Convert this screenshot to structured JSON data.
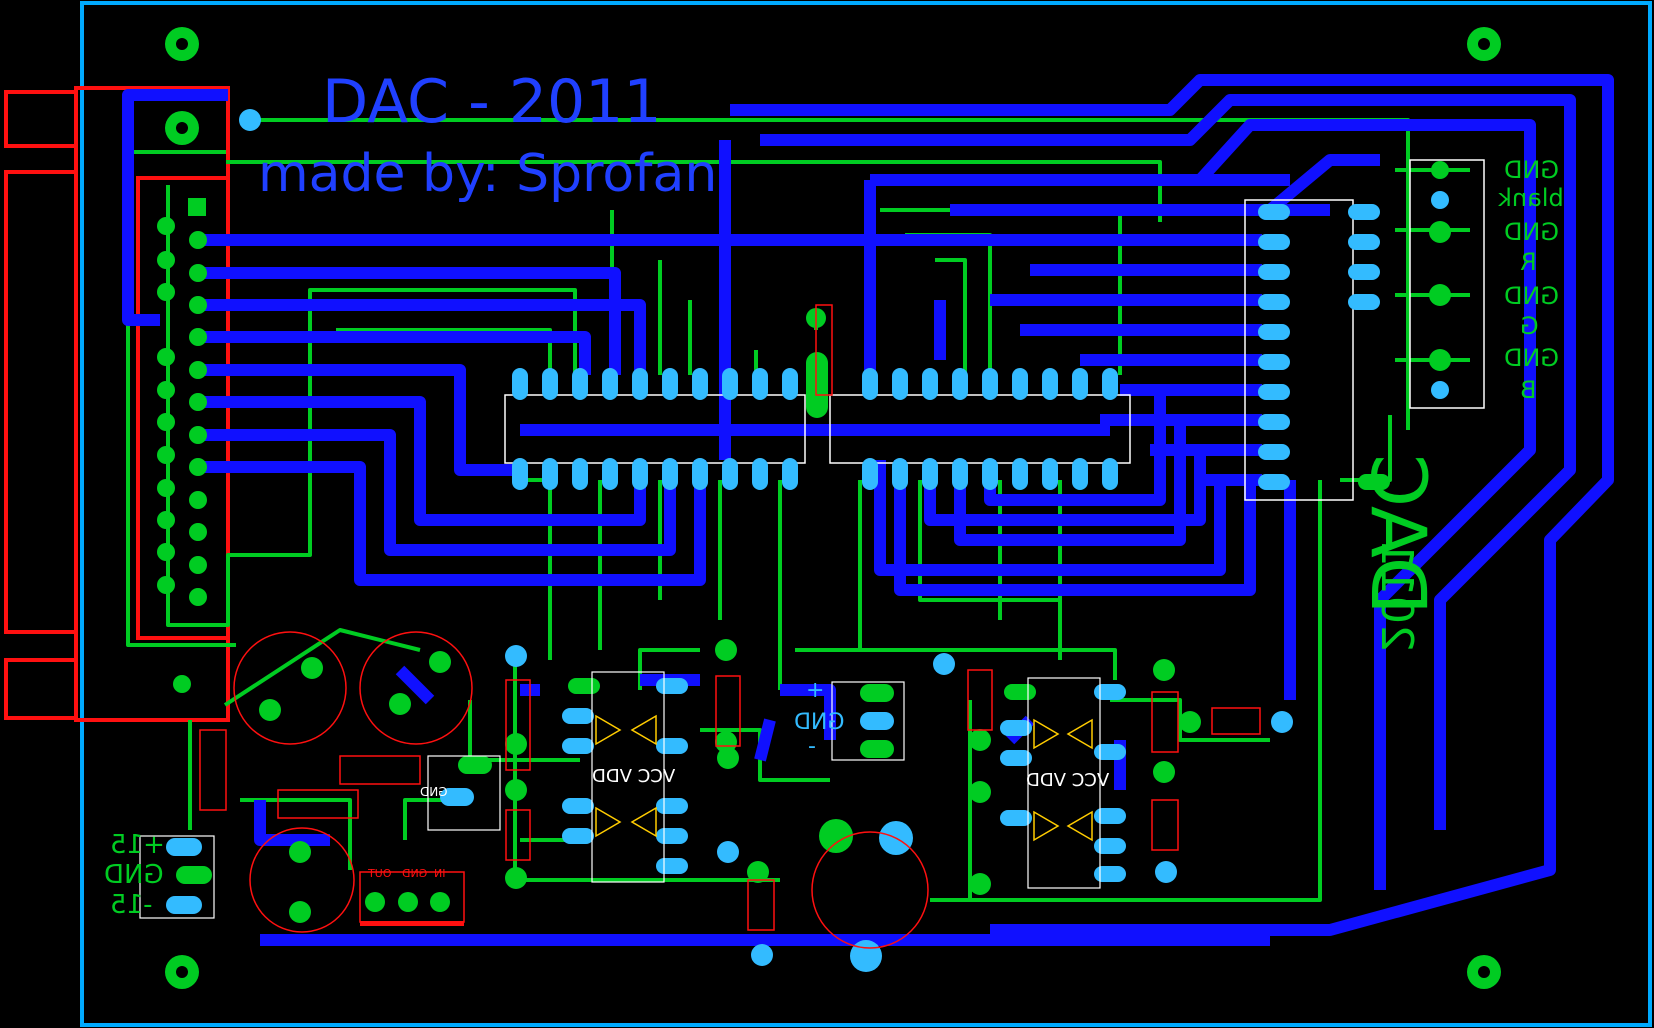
{
  "board": {
    "title": "DAC - 2011",
    "author": "made by: Sprofan",
    "logo": "DAC",
    "logo_year": "2011"
  },
  "output_connector": {
    "labels": [
      "GND",
      "blank",
      "GND",
      "R",
      "GND",
      "G",
      "GND",
      "B"
    ]
  },
  "power_connector": {
    "labels": [
      "+15",
      "GND",
      "-15"
    ]
  },
  "regulator_labels": {
    "in": "IN",
    "gnd": "GND",
    "out": "OUT"
  },
  "opamp_labels": {
    "left": "VCC VDD",
    "right": "VCC VDD"
  },
  "jumper_labels": {
    "gnd_left": "GND",
    "gnd_center": "GND",
    "plus": "+",
    "minus": "-"
  },
  "colors": {
    "background": "#000000",
    "board_outline": "#00aaff",
    "top_copper": "#1010ff",
    "bottom_copper": "#00cc22",
    "pads": "#33bbff",
    "silkscreen_red": "#ff1010",
    "silkscreen_white": "#ffffff",
    "text_blue": "#2040ff",
    "text_green": "#00cc22"
  }
}
